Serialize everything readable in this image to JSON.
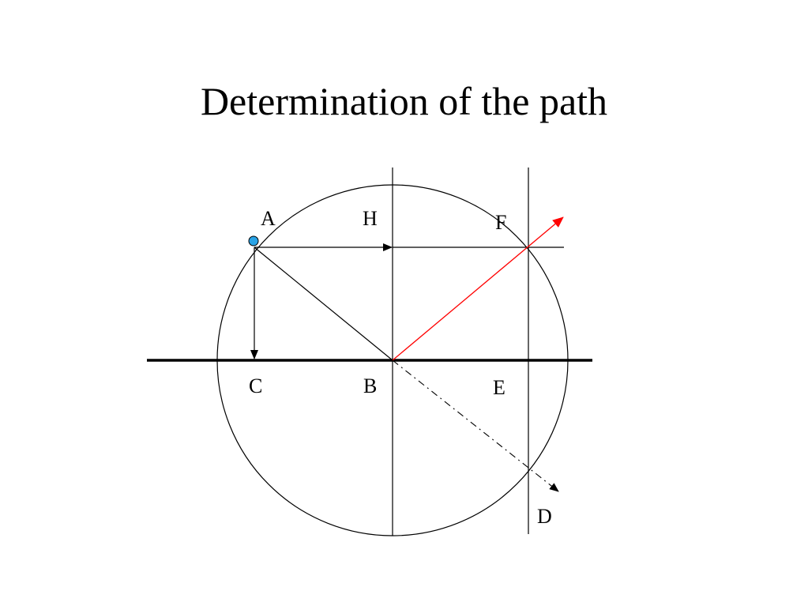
{
  "slide": {
    "title": "Determination of the path"
  },
  "diagram": {
    "labels": {
      "A": "A",
      "H": "H",
      "F": "F",
      "C": "C",
      "B": "B",
      "E": "E",
      "D": "D"
    },
    "colors": {
      "line": "#000000",
      "reflected_ray": "#ff0000",
      "point_fill": "#29a3e6",
      "point_stroke": "#000000"
    }
  }
}
